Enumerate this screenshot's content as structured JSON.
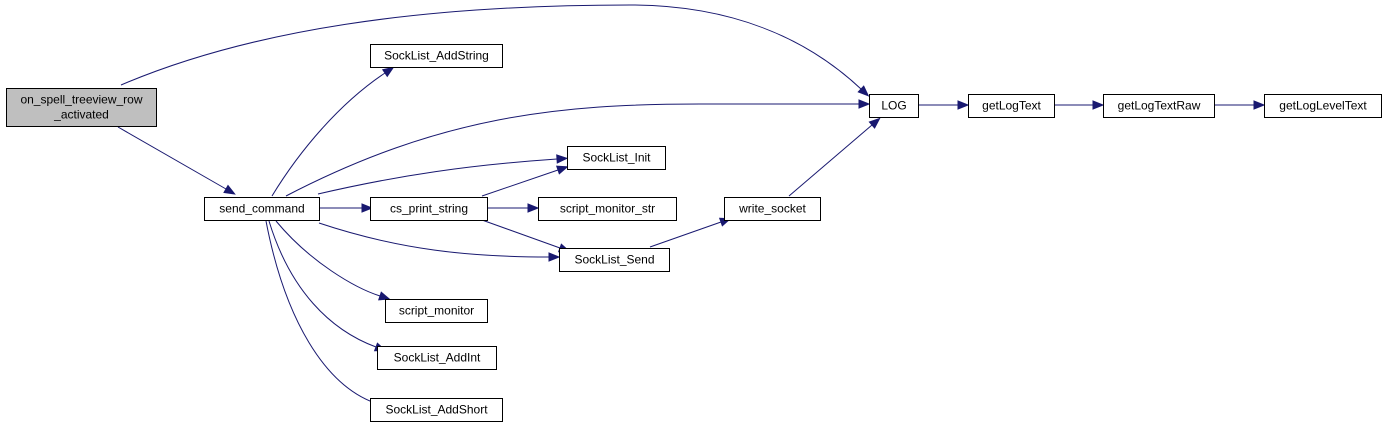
{
  "colors": {
    "edge": "#191970",
    "node_fill": "#ffffff",
    "root_fill": "#bfbfbf",
    "node_border": "#000000"
  },
  "nodes": {
    "root": {
      "lines": [
        "on_spell_treeview_row",
        "_activated"
      ]
    },
    "send_command": {
      "lines": [
        "send_command"
      ]
    },
    "add_string": {
      "lines": [
        "SockList_AddString"
      ]
    },
    "log": {
      "lines": [
        "LOG"
      ]
    },
    "get_log_text": {
      "lines": [
        "getLogText"
      ]
    },
    "get_log_text_raw": {
      "lines": [
        "getLogTextRaw"
      ]
    },
    "get_log_level_text": {
      "lines": [
        "getLogLevelText"
      ]
    },
    "sock_init": {
      "lines": [
        "SockList_Init"
      ]
    },
    "cs_print_string": {
      "lines": [
        "cs_print_string"
      ]
    },
    "script_monitor_str": {
      "lines": [
        "script_monitor_str"
      ]
    },
    "write_socket": {
      "lines": [
        "write_socket"
      ]
    },
    "sock_send": {
      "lines": [
        "SockList_Send"
      ]
    },
    "script_monitor": {
      "lines": [
        "script_monitor"
      ]
    },
    "add_int": {
      "lines": [
        "SockList_AddInt"
      ]
    },
    "add_short": {
      "lines": [
        "SockList_AddShort"
      ]
    }
  },
  "edges": [
    {
      "from": "root",
      "to": "log"
    },
    {
      "from": "root",
      "to": "send_command"
    },
    {
      "from": "send_command",
      "to": "add_string"
    },
    {
      "from": "send_command",
      "to": "log"
    },
    {
      "from": "send_command",
      "to": "sock_init"
    },
    {
      "from": "send_command",
      "to": "cs_print_string"
    },
    {
      "from": "send_command",
      "to": "sock_send"
    },
    {
      "from": "send_command",
      "to": "script_monitor"
    },
    {
      "from": "send_command",
      "to": "add_int"
    },
    {
      "from": "send_command",
      "to": "add_short"
    },
    {
      "from": "log",
      "to": "get_log_text"
    },
    {
      "from": "get_log_text",
      "to": "get_log_text_raw"
    },
    {
      "from": "get_log_text_raw",
      "to": "get_log_level_text"
    },
    {
      "from": "cs_print_string",
      "to": "sock_init"
    },
    {
      "from": "cs_print_string",
      "to": "script_monitor_str"
    },
    {
      "from": "cs_print_string",
      "to": "sock_send"
    },
    {
      "from": "sock_send",
      "to": "write_socket"
    },
    {
      "from": "write_socket",
      "to": "log"
    }
  ]
}
